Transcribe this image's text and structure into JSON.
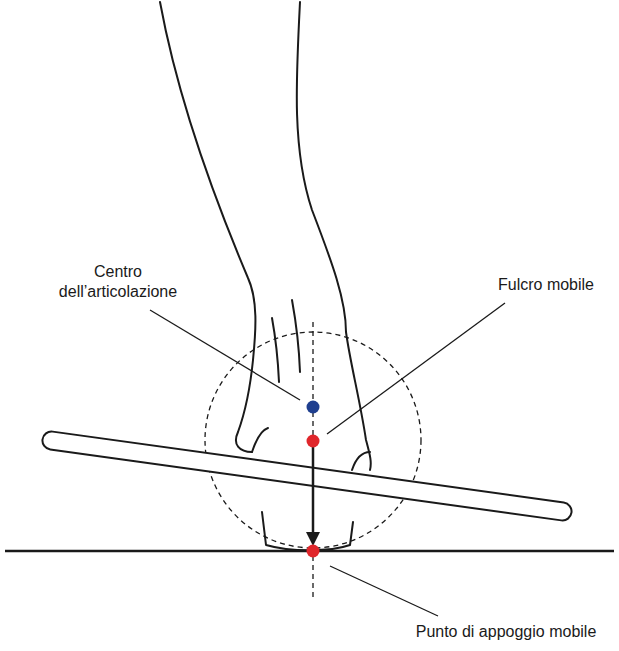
{
  "diagram": {
    "labels": [
      "Centro dell’articolazione",
      "Fulcro mobile",
      "Punto di appoggio mobile"
    ]
  }
}
